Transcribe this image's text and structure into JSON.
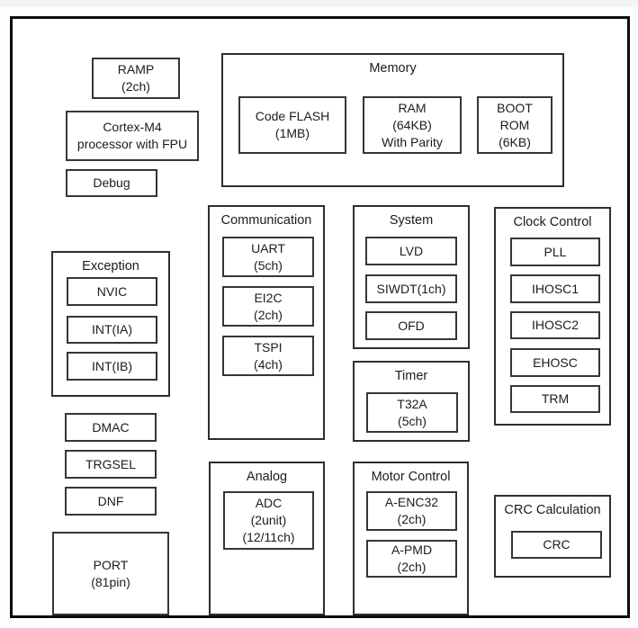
{
  "diagram": {
    "kind": "microcontroller-block-diagram",
    "colors": {
      "outer_border": "#0b0b0b",
      "box_border": "#363636",
      "text": "#1c1c1c",
      "background": "#ffffff"
    },
    "blocks": {
      "ramp": {
        "lines": [
          "RAMP",
          "(2ch)"
        ]
      },
      "cortex_m4": {
        "lines": [
          "Cortex-M4",
          "processor with FPU"
        ]
      },
      "debug": {
        "lines": [
          "Debug"
        ]
      },
      "dmac": {
        "lines": [
          "DMAC"
        ]
      },
      "trgsel": {
        "lines": [
          "TRGSEL"
        ]
      },
      "dnf": {
        "lines": [
          "DNF"
        ]
      },
      "port": {
        "lines": [
          "PORT",
          "(81pin)"
        ]
      },
      "code_flash": {
        "lines": [
          "Code FLASH",
          "(1MB)"
        ]
      },
      "ram": {
        "lines": [
          "RAM",
          "(64KB)",
          "With Parity"
        ]
      },
      "boot_rom": {
        "lines": [
          "BOOT",
          "ROM",
          "(6KB)"
        ]
      },
      "uart": {
        "lines": [
          "UART",
          "(5ch)"
        ]
      },
      "ei2c": {
        "lines": [
          "EI2C",
          "(2ch)"
        ]
      },
      "tspi": {
        "lines": [
          "TSPI",
          "(4ch)"
        ]
      },
      "lvd": {
        "lines": [
          "LVD"
        ]
      },
      "siwdt": {
        "lines": [
          "SIWDT(1ch)"
        ]
      },
      "ofd": {
        "lines": [
          "OFD"
        ]
      },
      "t32a": {
        "lines": [
          "T32A",
          "(5ch)"
        ]
      },
      "pll": {
        "lines": [
          "PLL"
        ]
      },
      "ihosc1": {
        "lines": [
          "IHOSC1"
        ]
      },
      "ihosc2": {
        "lines": [
          "IHOSC2"
        ]
      },
      "ehosc": {
        "lines": [
          "EHOSC"
        ]
      },
      "trm": {
        "lines": [
          "TRM"
        ]
      },
      "nvic": {
        "lines": [
          "NVIC"
        ]
      },
      "int_ia": {
        "lines": [
          "INT(IA)"
        ]
      },
      "int_ib": {
        "lines": [
          "INT(IB)"
        ]
      },
      "adc": {
        "lines": [
          "ADC",
          "(2unit)",
          "(12/11ch)"
        ]
      },
      "a_enc32": {
        "lines": [
          "A-ENC32",
          "(2ch)"
        ]
      },
      "a_pmd": {
        "lines": [
          "A-PMD",
          "(2ch)"
        ]
      },
      "crc": {
        "lines": [
          "CRC"
        ]
      }
    },
    "groups": {
      "memory": {
        "title": "Memory"
      },
      "communication": {
        "title": "Communication"
      },
      "system": {
        "title": "System"
      },
      "timer": {
        "title": "Timer"
      },
      "clock_control": {
        "title": "Clock Control"
      },
      "exception": {
        "title": "Exception"
      },
      "analog": {
        "title": "Analog"
      },
      "motor_control": {
        "title": "Motor Control"
      },
      "crc_calculation": {
        "title": "CRC Calculation"
      }
    }
  }
}
